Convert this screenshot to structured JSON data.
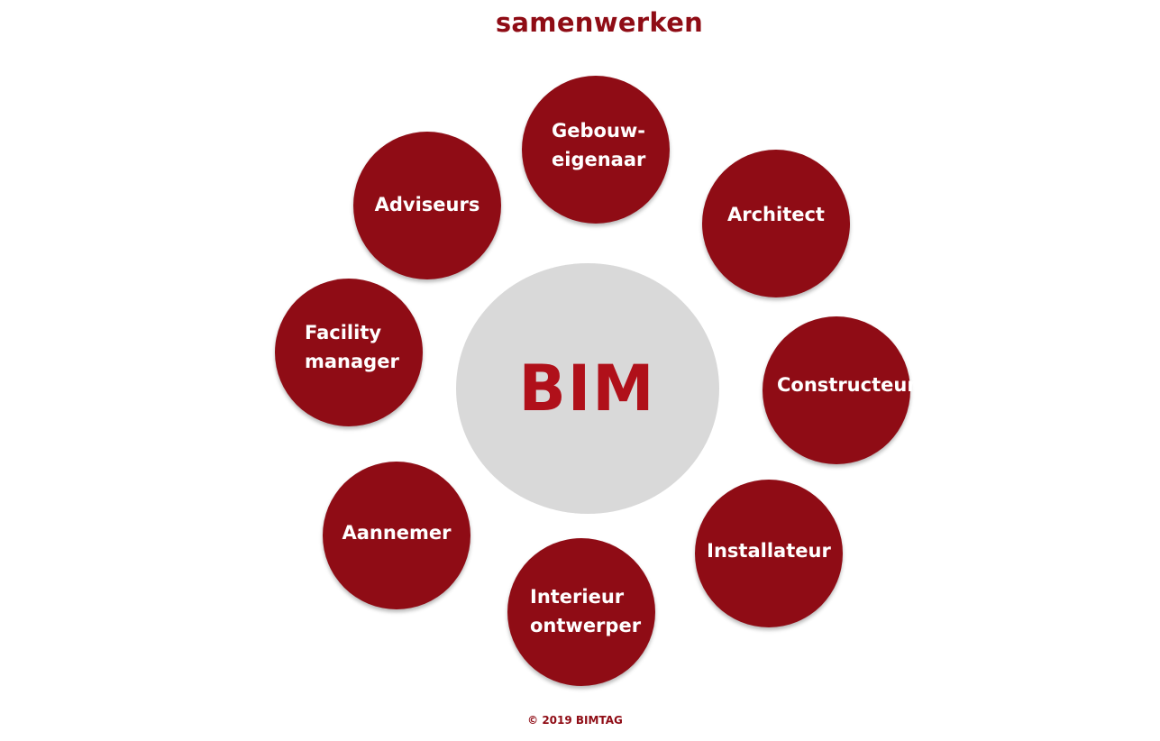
{
  "title": "samenwerken",
  "hub": {
    "label": "BIM"
  },
  "nodes": [
    {
      "id": "gebouweigenaar",
      "label": "Gebouw-\neigenaar"
    },
    {
      "id": "architect",
      "label": "Architect"
    },
    {
      "id": "constructeur",
      "label": "Constructeur"
    },
    {
      "id": "installateur",
      "label": "Installateur"
    },
    {
      "id": "interieur-ontwerper",
      "label": "Interieur\nontwerper"
    },
    {
      "id": "aannemer",
      "label": "Aannemer"
    },
    {
      "id": "facility-manager",
      "label": "Facility\nmanager"
    },
    {
      "id": "adviseurs",
      "label": "Adviseurs"
    }
  ],
  "footer": "© 2019 BIMTAG",
  "colors": {
    "accent": "#8f0c15",
    "hub_fill": "#d9d9d9",
    "hub_text": "#b0101a"
  }
}
